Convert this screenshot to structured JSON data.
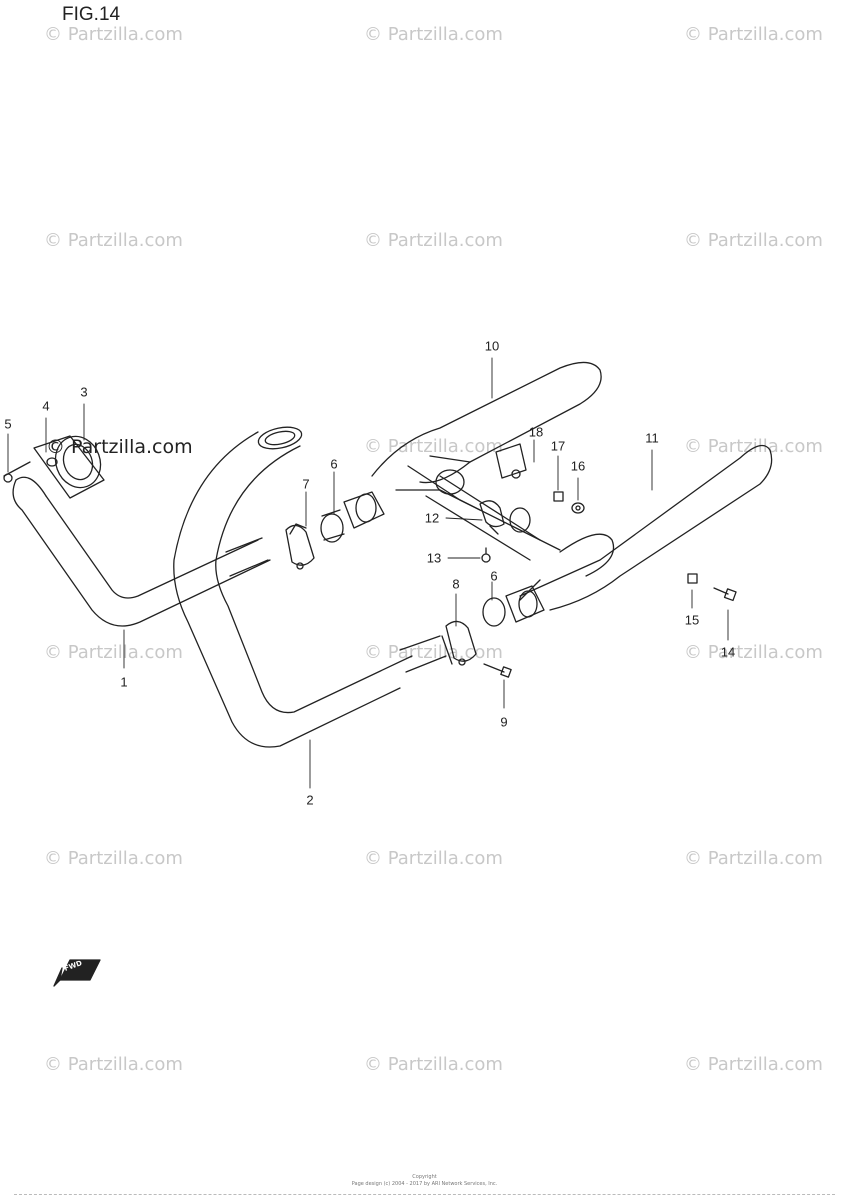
{
  "figure": {
    "title": "FIG.14"
  },
  "watermarks": {
    "text": "© Partzilla.com",
    "prominent_text": "© Partzilla.com"
  },
  "callouts": [
    "1",
    "2",
    "3",
    "4",
    "5",
    "6",
    "6",
    "7",
    "8",
    "9",
    "10",
    "11",
    "12",
    "13",
    "14",
    "15",
    "16",
    "17",
    "18"
  ],
  "front_marker": {
    "text": "FWD"
  },
  "footer": {
    "line1": "Copyright",
    "line2": "Page design (c) 2004 - 2017 by ARI Network Services, Inc."
  }
}
